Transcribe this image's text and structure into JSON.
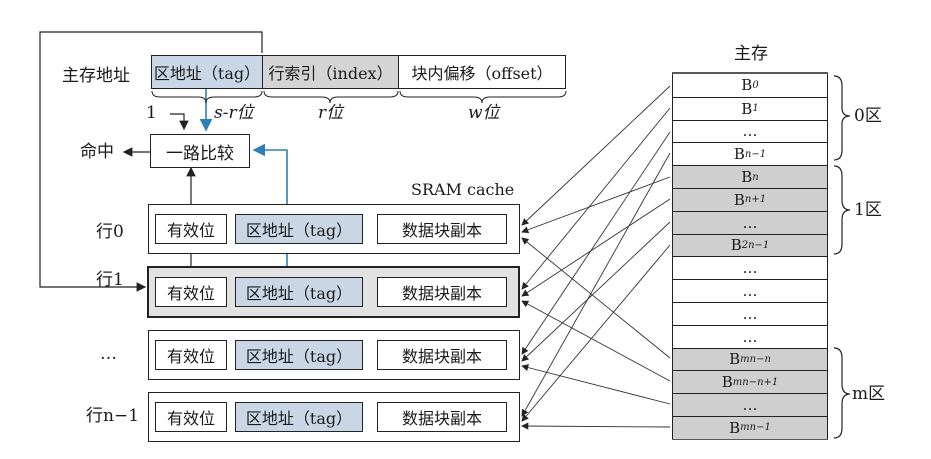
{
  "address": {
    "label": "主存地址",
    "fields": [
      {
        "text": "区地址（tag）",
        "width_label": "s-r位"
      },
      {
        "text": "行索引（index）",
        "width_label": "r位"
      },
      {
        "text": "块内偏移（offset）",
        "width_label": "w位"
      }
    ]
  },
  "one_label": "1",
  "compare_label": "一路比较",
  "hit_label": "命中",
  "cache_title": "SRAM cache",
  "cache_rows": [
    {
      "label": "行0",
      "valid": "有效位",
      "tag": "区地址（tag）",
      "data": "数据块副本"
    },
    {
      "label": "行1",
      "valid": "有效位",
      "tag": "区地址（tag）",
      "data": "数据块副本"
    },
    {
      "label": "…",
      "valid": "有效位",
      "tag": "区地址（tag）",
      "data": "数据块副本"
    },
    {
      "label": "行n−1",
      "valid": "有效位",
      "tag": "区地址（tag）",
      "data": "数据块副本"
    }
  ],
  "memory_title": "主存",
  "memory_blocks": [
    {
      "base": "B",
      "sub": "0",
      "shade": "white"
    },
    {
      "base": "B",
      "sub": "1",
      "shade": "white"
    },
    {
      "base": "…",
      "sub": "",
      "shade": "white"
    },
    {
      "base": "B",
      "sub": "n−1",
      "shade": "white"
    },
    {
      "base": "B",
      "sub": "n",
      "shade": "gray"
    },
    {
      "base": "B",
      "sub": "n+1",
      "shade": "gray"
    },
    {
      "base": "…",
      "sub": "",
      "shade": "gray"
    },
    {
      "base": "B",
      "sub": "2n−1",
      "shade": "gray"
    },
    {
      "base": "…",
      "sub": "",
      "shade": "white"
    },
    {
      "base": "…",
      "sub": "",
      "shade": "white"
    },
    {
      "base": "…",
      "sub": "",
      "shade": "white"
    },
    {
      "base": "…",
      "sub": "",
      "shade": "white"
    },
    {
      "base": "B",
      "sub": "mn−n",
      "shade": "gray"
    },
    {
      "base": "B",
      "sub": "mn−n+1",
      "shade": "gray"
    },
    {
      "base": "…",
      "sub": "",
      "shade": "gray"
    },
    {
      "base": "B",
      "sub": "mn−1",
      "shade": "gray"
    }
  ],
  "zones": [
    "0区",
    "1区",
    "m区"
  ],
  "colors": {
    "tag_fill": "#c9d6e6",
    "index_fill": "#d4d4d4",
    "blue_line": "#2e7fb8"
  }
}
